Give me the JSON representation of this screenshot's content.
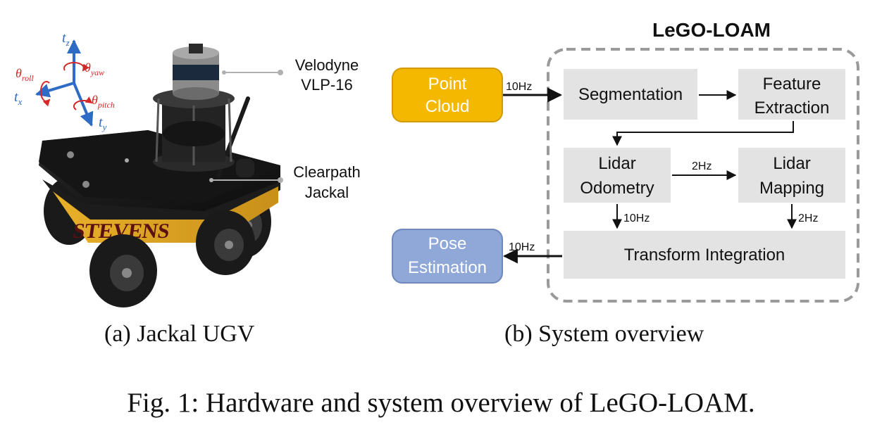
{
  "figure": {
    "caption": "Fig. 1: Hardware and system overview of LeGO-LOAM."
  },
  "panel_a": {
    "caption": "(a) Jackal UGV",
    "axes": {
      "tz": "t",
      "tz_sub": "z",
      "tx": "t",
      "tx_sub": "x",
      "ty": "t",
      "ty_sub": "y",
      "roll": "θ",
      "roll_sub": "roll",
      "yaw": "θ",
      "yaw_sub": "yaw",
      "pitch": "θ",
      "pitch_sub": "pitch"
    },
    "callouts": {
      "lidar_line1": "Velodyne",
      "lidar_line2": "VLP-16",
      "robot_line1": "Clearpath",
      "robot_line2": "Jackal"
    },
    "decal_text": "STEVENS",
    "colors": {
      "translation": "#2e6bc4",
      "rotation": "#d62828"
    }
  },
  "panel_b": {
    "caption": "(b) System overview",
    "title": "LeGO-LOAM",
    "input": {
      "line1": "Point",
      "line2": "Cloud",
      "color": "#f5b800"
    },
    "output": {
      "line1": "Pose",
      "line2": "Estimation",
      "color": "#8fa8d8"
    },
    "segmentation": "Segmentation",
    "feature_extraction": {
      "line1": "Feature",
      "line2": "Extraction"
    },
    "lidar_odometry": {
      "line1": "Lidar",
      "line2": "Odometry"
    },
    "lidar_mapping": {
      "line1": "Lidar",
      "line2": "Mapping"
    },
    "transform_integration": "Transform Integration",
    "rates": {
      "input_rate": "10Hz",
      "odom_to_map": "2Hz",
      "odom_to_ti": "10Hz",
      "map_to_ti": "2Hz",
      "output_rate": "10Hz"
    },
    "colors": {
      "module_fill": "#e3e3e3",
      "frame_dash": "#9a9a9a"
    }
  }
}
